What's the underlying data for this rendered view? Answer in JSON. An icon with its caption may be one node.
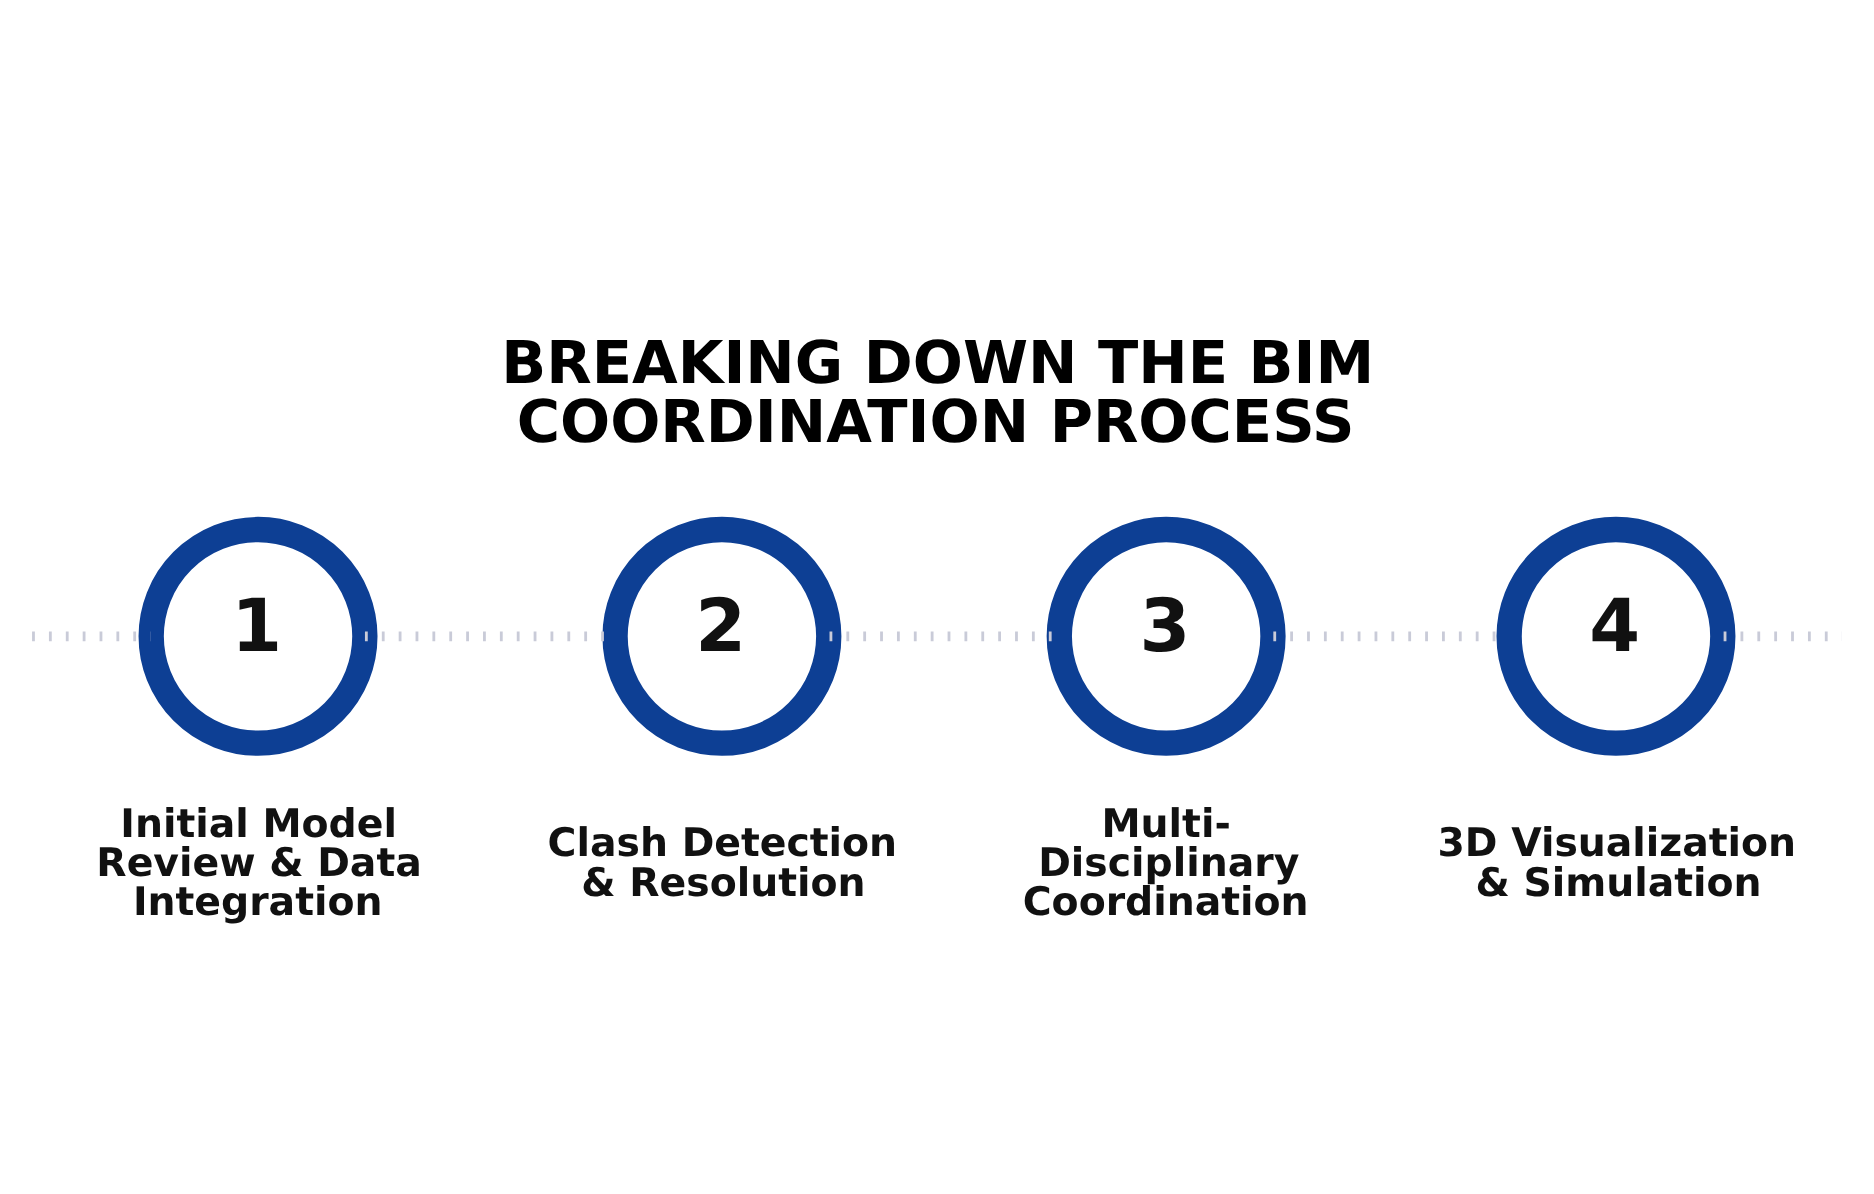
{
  "diagram": {
    "title": "BREAKING DOWN THE BIM COORDINATION PROCESS",
    "nodes": [
      {
        "text": [
          "1"
        ],
        "beside": [
          "Initial Model Review & Data Integration"
        ]
      },
      {
        "text": [
          "2"
        ],
        "beside": [
          "Clash Detection & Resolution"
        ]
      },
      {
        "text": [
          "3"
        ],
        "beside": [
          "Multi-Disciplinary Coordination"
        ]
      },
      {
        "text": [
          "4"
        ],
        "beside": [
          "3D Visualization & Simulation"
        ]
      }
    ],
    "edges": [
      {
        "from": null,
        "to": 0,
        "arrow": "none",
        "style": "dashed"
      },
      {
        "from": 0,
        "to": 1,
        "arrow": "none",
        "style": "dashed"
      },
      {
        "from": 1,
        "to": 2,
        "arrow": "none",
        "style": "dashed"
      },
      {
        "from": 2,
        "to": 3,
        "arrow": "none",
        "style": "dashed"
      },
      {
        "from": 3,
        "to": null,
        "arrow": "none",
        "style": "dashed"
      }
    ]
  }
}
